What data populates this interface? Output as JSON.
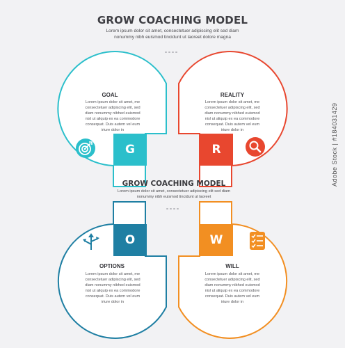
{
  "title": "GROW COACHING MODEL",
  "subtitle": "Lorem ipsum dolor sit amet, consectetuer adipiscing elit sed diam nonummy nibh euismod tincidunt ut laoreet dolore magna",
  "center": {
    "title": "GROW COACHING MODEL",
    "text": "Lorem ipsum dolor sit amet, consectetuer adipiscing elit sed diam nonummy nibh euismod tincidunt ut laoreet"
  },
  "quadrants": [
    {
      "label": "GOAL",
      "letter": "G",
      "color": "#2bbfcb",
      "icon": "target-icon",
      "text": "Lorem ipsum dolor sit amet, me consectetuer adipiscing elit, sed diam nonummy nibhed euismod nisl ut aliquip ex ea commodore consequat. Duis autem vel eum iriure dolor in"
    },
    {
      "label": "REALITY",
      "letter": "R",
      "color": "#e8472f",
      "icon": "magnifier-icon",
      "text": "Lorem ipsum dolor sit amet, me consectetuer adipiscing elit, sed diam nonummy nibhed euismod nisl ut aliquip ex ea commodore consequat. Duis autem vel eum iriure dolor in"
    },
    {
      "label": "OPTIONS",
      "letter": "O",
      "color": "#1f7fa3",
      "icon": "direction-arrows-icon",
      "text": "Lorem ipsum dolor sit amet, me consectetuer adipiscing elit, sed diam nonummy nibhed euismod nisl ut aliquip ex ea commodore consequat. Duis autem vel eum iriure dolor in"
    },
    {
      "label": "WILL",
      "letter": "W",
      "color": "#f28f22",
      "icon": "checklist-icon",
      "text": "Lorem ipsum dolor sit amet, me consectetuer adipiscing elit, sed diam nonummy nibhed euismod nisl ut aliquip ex ea commodore consequat. Duis autem vel eum iriure dolor in"
    }
  ],
  "watermark": "Adobe Stock | #184031429"
}
